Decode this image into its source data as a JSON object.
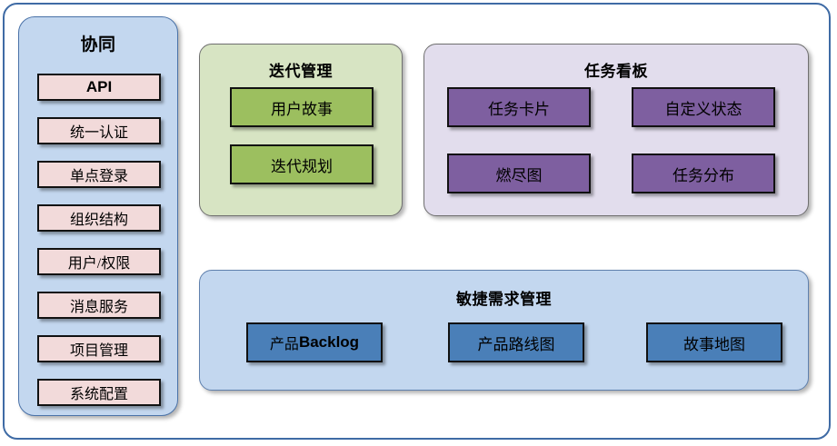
{
  "colors": {
    "frame_border": "#3f6ba5",
    "sidebar_bg": "#c3d7ef",
    "sidebar_item_bg": "#f2dada",
    "iteration_bg": "#d7e4c3",
    "iteration_item_bg": "#9cbf5f",
    "taskboard_bg": "#e2dded",
    "taskboard_item_bg": "#7e5fa0",
    "agile_bg": "#c3d7ef",
    "agile_item_bg": "#4a7fb8",
    "box_border": "#111111"
  },
  "sidebar": {
    "title": "协同",
    "items": [
      {
        "label": "API"
      },
      {
        "label": "统一认证"
      },
      {
        "label": "单点登录"
      },
      {
        "label": "组织结构"
      },
      {
        "label": "用户/权限"
      },
      {
        "label": "消息服务"
      },
      {
        "label": "项目管理"
      },
      {
        "label": "系统配置"
      }
    ]
  },
  "iteration": {
    "title": "迭代管理",
    "items": [
      {
        "label": "用户故事"
      },
      {
        "label": "迭代规划"
      }
    ]
  },
  "taskboard": {
    "title": "任务看板",
    "items": [
      {
        "label": "任务卡片"
      },
      {
        "label": "自定义状态"
      },
      {
        "label": "燃尽图"
      },
      {
        "label": "任务分布"
      }
    ]
  },
  "agile": {
    "title": "敏捷需求管理",
    "items": [
      {
        "label_cn": "产品",
        "label_latin": "Backlog"
      },
      {
        "label_cn": "产品路线图",
        "label_latin": ""
      },
      {
        "label_cn": "故事地图",
        "label_latin": ""
      }
    ]
  }
}
